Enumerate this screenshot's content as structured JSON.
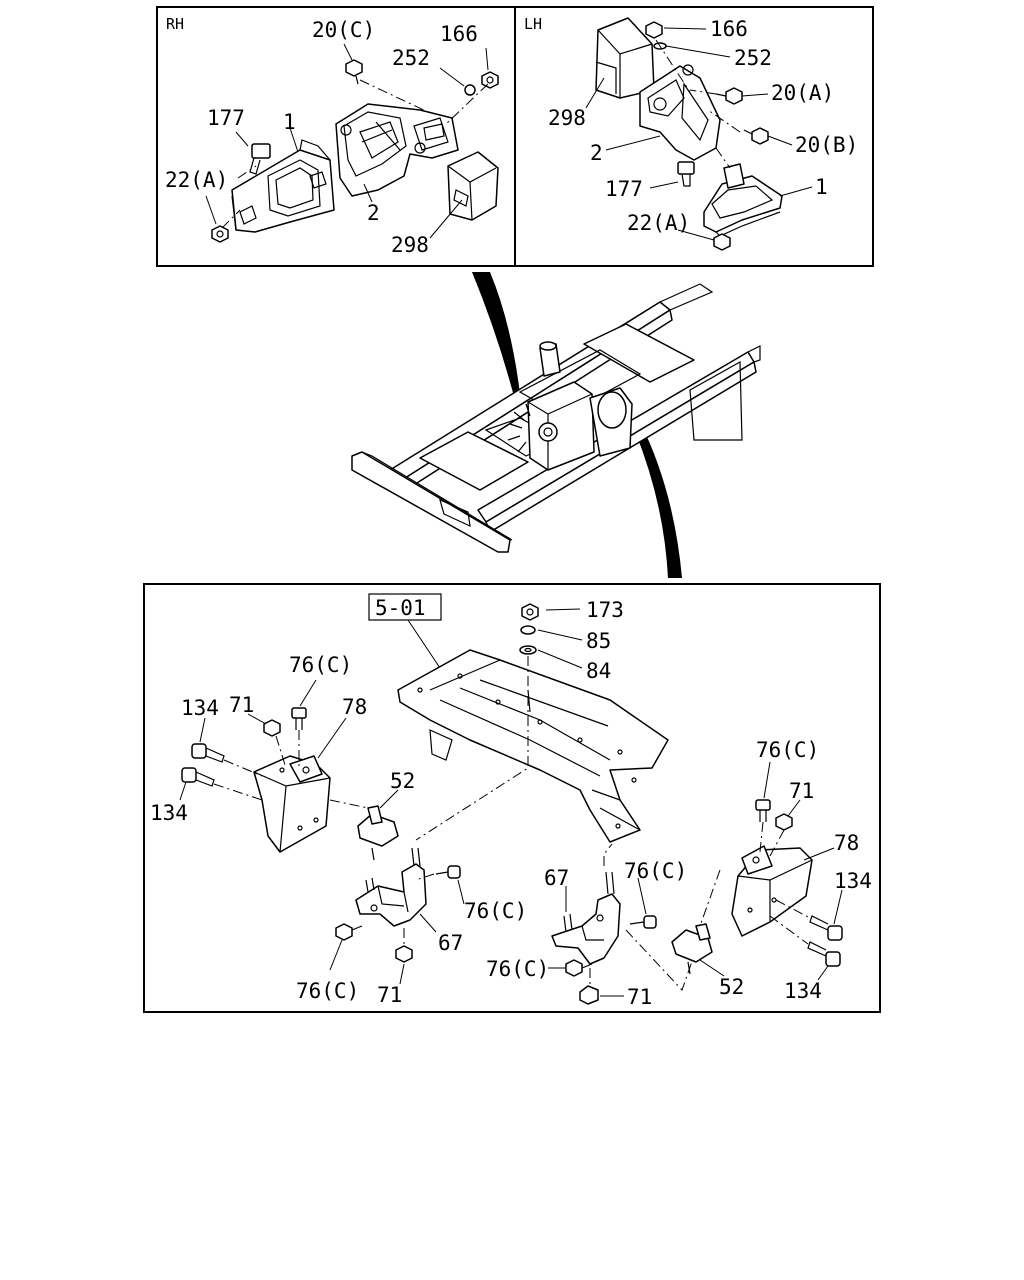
{
  "panels": {
    "rh": {
      "tag": "RH",
      "labels": [
        "20(C)",
        "166",
        "252",
        "177",
        "1",
        "22(A)",
        "2",
        "298"
      ]
    },
    "lh": {
      "tag": "LH",
      "labels": [
        "166",
        "252",
        "298",
        "20(A)",
        "2",
        "20(B)",
        "177",
        "1",
        "22(A)"
      ]
    },
    "bottom": {
      "ref_box": "5-01",
      "labels": [
        "173",
        "85",
        "84",
        "76(C)",
        "134",
        "71",
        "78",
        "134",
        "52",
        "76(C)",
        "67",
        "76(C)",
        "71",
        "67",
        "76(C)",
        "76(C)",
        "71",
        "76(C)",
        "71",
        "78",
        "134",
        "52",
        "134"
      ]
    }
  }
}
